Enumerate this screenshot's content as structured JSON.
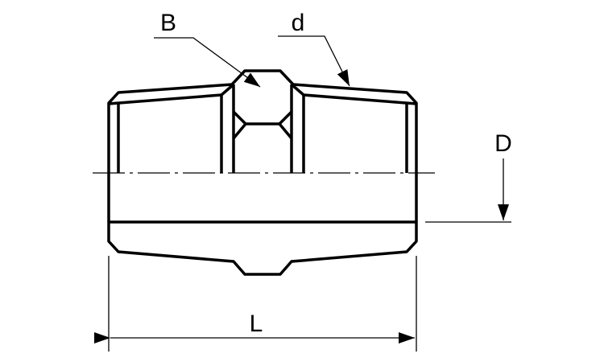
{
  "labels": {
    "B": "B",
    "d": "d",
    "D": "D",
    "L": "L"
  },
  "colors": {
    "section_fill": "#e4e4e4",
    "line": "#000000"
  }
}
